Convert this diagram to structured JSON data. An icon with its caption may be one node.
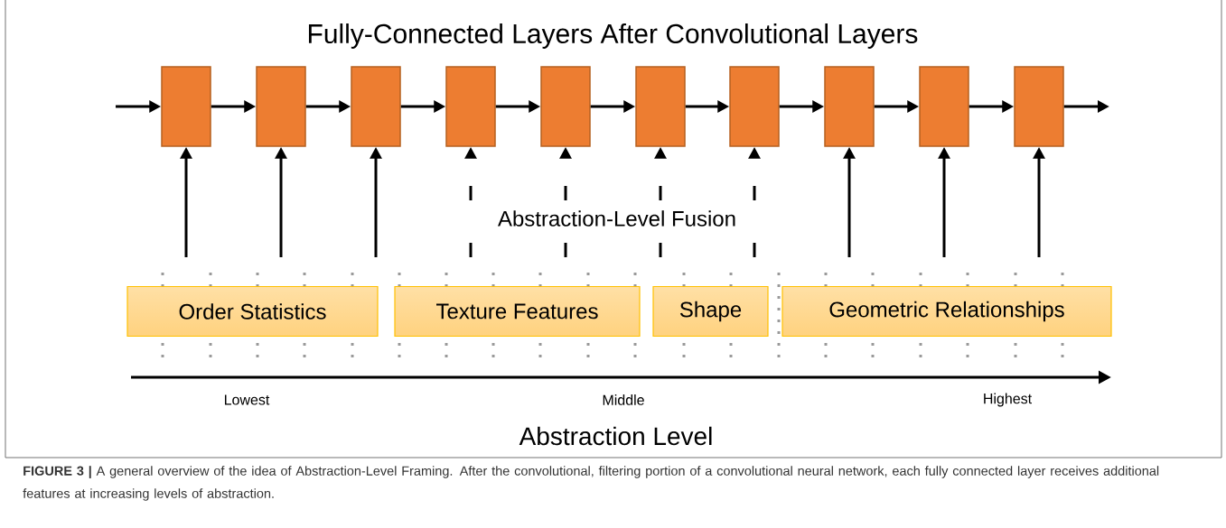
{
  "diagram": {
    "title": "Fully-Connected Layers After Convolutional Layers",
    "caption": "**FIGURE 3 |** A general overview of the idea of Abstraction-Level Framing. After the convolutional, filtering portion of a convolutional neural network, each fully connected layer receives additional features at increasing levels of abstraction.",
    "nodes": [
      {
        "text": [],
        "shape": "box"
      },
      {
        "text": [],
        "shape": "box"
      },
      {
        "text": [],
        "shape": "box"
      },
      {
        "text": [],
        "shape": "box"
      },
      {
        "text": [],
        "shape": "box"
      },
      {
        "text": [],
        "shape": "box"
      },
      {
        "text": [],
        "shape": "box"
      },
      {
        "text": [],
        "shape": "box"
      },
      {
        "text": [],
        "shape": "box"
      },
      {
        "text": [],
        "shape": "box"
      },
      {
        "text": [
          "Order Statistics"
        ]
      },
      {
        "text": [
          "Texture Features"
        ]
      },
      {
        "text": [
          "Shape"
        ]
      },
      {
        "text": [
          "Geometric Relationships"
        ]
      }
    ],
    "edges": [
      {
        "from": null,
        "to": 0,
        "arrow": "to"
      },
      {
        "from": 0,
        "to": 1,
        "arrow": "to"
      },
      {
        "from": 1,
        "to": 2,
        "arrow": "to"
      },
      {
        "from": 2,
        "to": 3,
        "arrow": "to"
      },
      {
        "from": 3,
        "to": 4,
        "arrow": "to"
      },
      {
        "from": 4,
        "to": 5,
        "arrow": "to"
      },
      {
        "from": 5,
        "to": 6,
        "arrow": "to"
      },
      {
        "from": 6,
        "to": 7,
        "arrow": "to"
      },
      {
        "from": 7,
        "to": 8,
        "arrow": "to"
      },
      {
        "from": 8,
        "to": 9,
        "arrow": "to"
      },
      {
        "from": 9,
        "to": null,
        "arrow": "to"
      },
      {
        "from": null,
        "to": 0,
        "arrow": "to"
      },
      {
        "from": null,
        "to": 1,
        "arrow": "to"
      },
      {
        "from": null,
        "to": 2,
        "arrow": "to"
      },
      {
        "from": null,
        "to": 3,
        "arrow": "to",
        "style": "dashed"
      },
      {
        "from": null,
        "to": 4,
        "arrow": "to",
        "style": "dashed"
      },
      {
        "from": null,
        "to": 5,
        "arrow": "to",
        "style": "dashed"
      },
      {
        "from": null,
        "to": 6,
        "arrow": "to",
        "style": "dashed"
      },
      {
        "from": null,
        "to": 7,
        "arrow": "to"
      },
      {
        "from": null,
        "to": 8,
        "arrow": "to"
      },
      {
        "from": null,
        "to": 9,
        "arrow": "to"
      }
    ],
    "labels": [
      "Abstraction-Level Fusion",
      "Lowest",
      "Middle",
      "Highest",
      "Abstraction Level"
    ]
  }
}
